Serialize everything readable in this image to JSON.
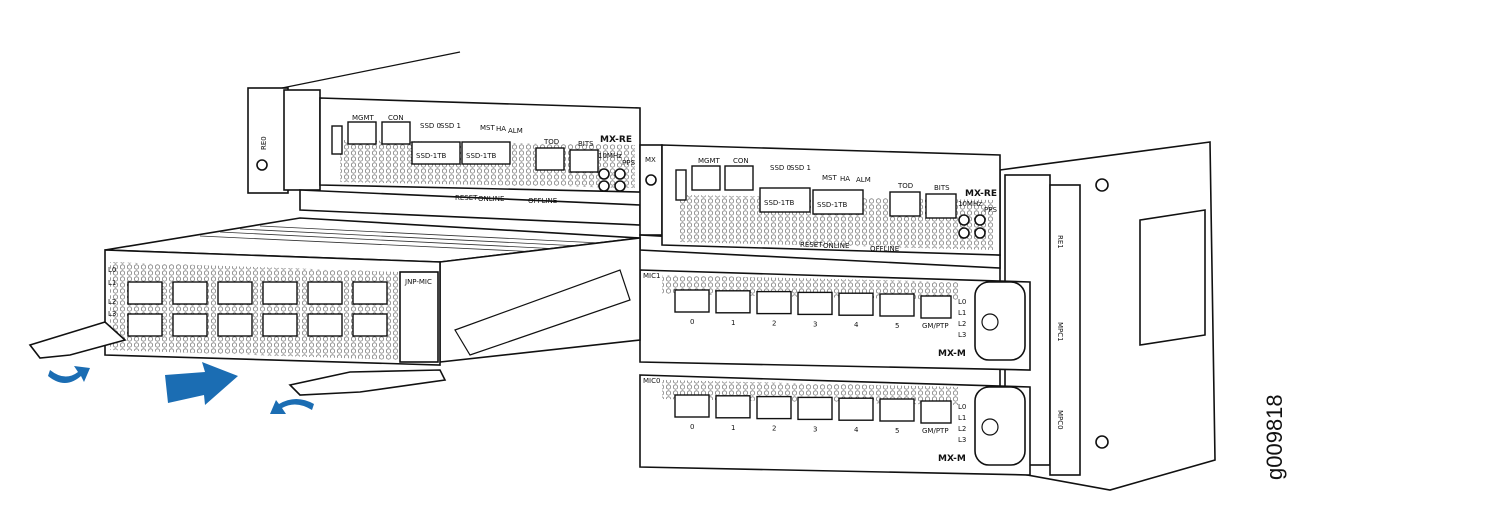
{
  "figure_id": "g009818",
  "colors": {
    "arrow": "#1b6db3",
    "line": "#111111"
  },
  "routing_engines": [
    {
      "slot_label": "RE0",
      "model": "MX-RE",
      "ports": [
        "MGMT",
        "CON",
        "TOD",
        "BITS"
      ],
      "ssd_labels": [
        "SSD 0",
        "SSD 1"
      ],
      "ssd_modules": [
        "SSD-1TB",
        "SSD-1TB"
      ],
      "leds": [
        "MST",
        "HA",
        "ALM"
      ],
      "buttons": [
        "RESET",
        "ONLINE",
        "OFFLINE"
      ],
      "clock": [
        "10MHz",
        "PPS"
      ]
    },
    {
      "slot_label": "RE1",
      "model": "MX-RE",
      "ports": [
        "MGMT",
        "CON",
        "TOD",
        "BITS"
      ],
      "ssd_labels": [
        "SSD 0",
        "SSD 1"
      ],
      "ssd_modules": [
        "SSD-1TB",
        "SSD-1TB"
      ],
      "leds": [
        "MST",
        "HA",
        "ALM"
      ],
      "buttons": [
        "RESET",
        "ONLINE",
        "OFFLINE"
      ],
      "clock": [
        "10MHz",
        "PPS"
      ]
    }
  ],
  "chassis_label": "MX",
  "line_cards": [
    {
      "slot_label": "MPC1",
      "mic_label": "MIC1",
      "model": "MX-M",
      "port_numbers": [
        "0",
        "1",
        "2",
        "3",
        "4",
        "5"
      ],
      "timing_port": "GM/PTP",
      "leds": [
        "L0",
        "L1",
        "L2",
        "L3"
      ]
    },
    {
      "slot_label": "MPC0",
      "mic_label": "MIC0",
      "model": "MX-M",
      "port_numbers": [
        "0",
        "1",
        "2",
        "3",
        "4",
        "5"
      ],
      "timing_port": "GM/PTP",
      "leds": [
        "L0",
        "L1",
        "L2",
        "L3"
      ]
    }
  ],
  "inserted_card": {
    "model": "JNP-MIC",
    "leds": [
      "L0",
      "L1",
      "L2",
      "L3"
    ]
  },
  "icons": [
    "insert-arrow",
    "rotate-arrow-left",
    "rotate-arrow-right"
  ]
}
